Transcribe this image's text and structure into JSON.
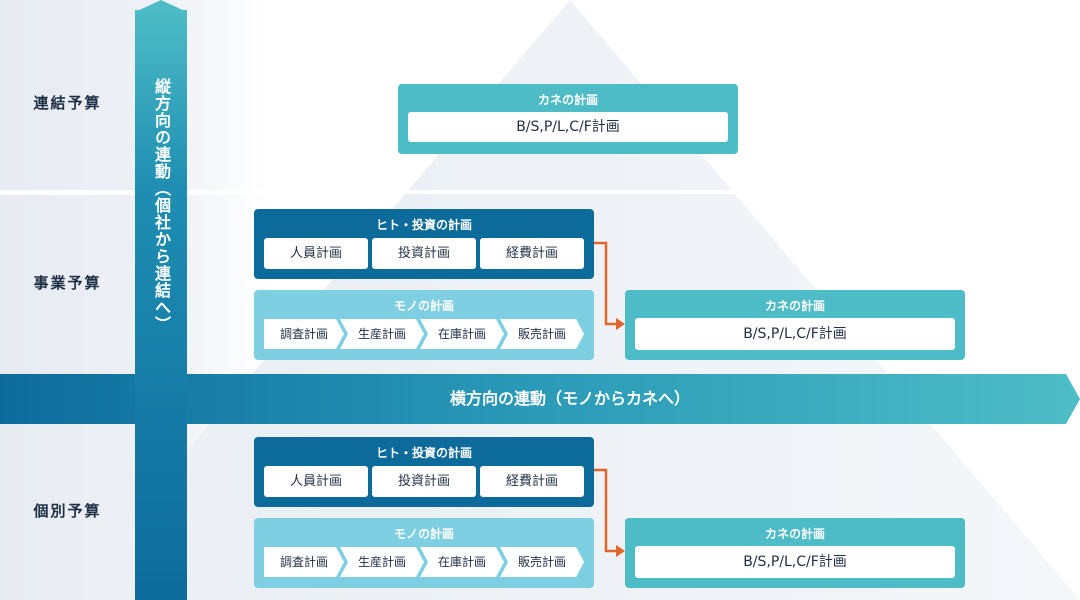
{
  "rows": [
    {
      "label": "連結予算"
    },
    {
      "label": "事業予算"
    },
    {
      "label": "個別予算"
    }
  ],
  "vertical_label": "縦方向の連動︵個社から連結へ︶",
  "horizontal_label": "横方向の連動（モノからカネへ）",
  "consolidated": {
    "money_title": "カネの計画",
    "money_value": "B/S,P/L,C/F計画"
  },
  "business": {
    "people_title": "ヒト・投資の計画",
    "people_items": [
      "人員計画",
      "投資計画",
      "経費計画"
    ],
    "goods_title": "モノの計画",
    "goods_items": [
      "調査計画",
      "生産計画",
      "在庫計画",
      "販売計画"
    ],
    "money_title": "カネの計画",
    "money_value": "B/S,P/L,C/F計画"
  },
  "individual": {
    "people_title": "ヒト・投資の計画",
    "people_items": [
      "人員計画",
      "投資計画",
      "経費計画"
    ],
    "goods_title": "モノの計画",
    "goods_items": [
      "調査計画",
      "生産計画",
      "在庫計画",
      "販売計画"
    ],
    "money_title": "カネの計画",
    "money_value": "B/S,P/L,C/F計画"
  },
  "colors": {
    "teal": "#4dbcc6",
    "navy": "#0d6b9c",
    "light_blue": "#7fcfe3",
    "arrow_orange": "#e0662b"
  }
}
